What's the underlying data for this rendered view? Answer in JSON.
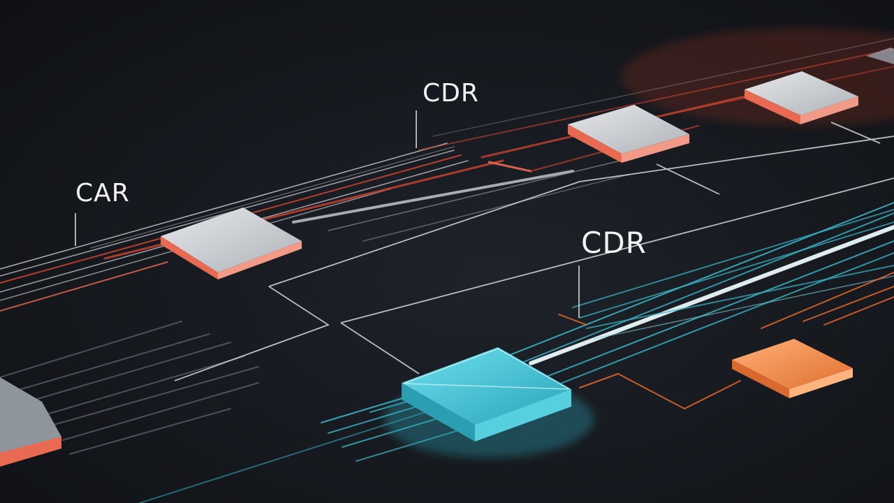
{
  "labels": {
    "car": "CAR",
    "cdr_top": "CDR",
    "cdr_mid": "CDR"
  },
  "colors": {
    "background": "#15181d",
    "grey_chip": "#c9ccd1",
    "coral_accent": "#e86a52",
    "red_trace": "#c8422f",
    "cyan_chip": "#3fc2d4",
    "cyan_trace": "#3bb6c7",
    "orange_chip": "#f08a45",
    "wire": "#d8dbe0"
  },
  "icons": {
    "chips": "isometric-square-tile",
    "traces": "parallel-line-bundle"
  }
}
